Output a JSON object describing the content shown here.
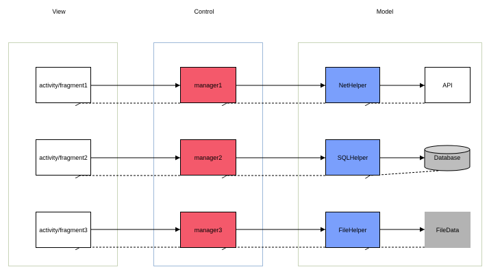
{
  "columns": {
    "view": "View",
    "control": "Control",
    "model": "Model"
  },
  "rows": [
    {
      "view": "activity/fragment1",
      "control": "manager1",
      "helper": "NetHelper",
      "target": "API",
      "target_type": "box"
    },
    {
      "view": "activity/fragment2",
      "control": "manager2",
      "helper": "SQLHelper",
      "target": "Database",
      "target_type": "database"
    },
    {
      "view": "activity/fragment3",
      "control": "manager3",
      "helper": "FileHelper",
      "target": "FileData",
      "target_type": "gray-box"
    }
  ],
  "colors": {
    "control_fill": "#f4596b",
    "helper_fill": "#7a9ffc",
    "view_panel_border": "#c8d4b8",
    "control_panel_border": "#9db8d8",
    "model_panel_border": "#c8d4b8",
    "filedata_fill": "#b3b3b3",
    "database_fill": "#bdbdbd"
  }
}
